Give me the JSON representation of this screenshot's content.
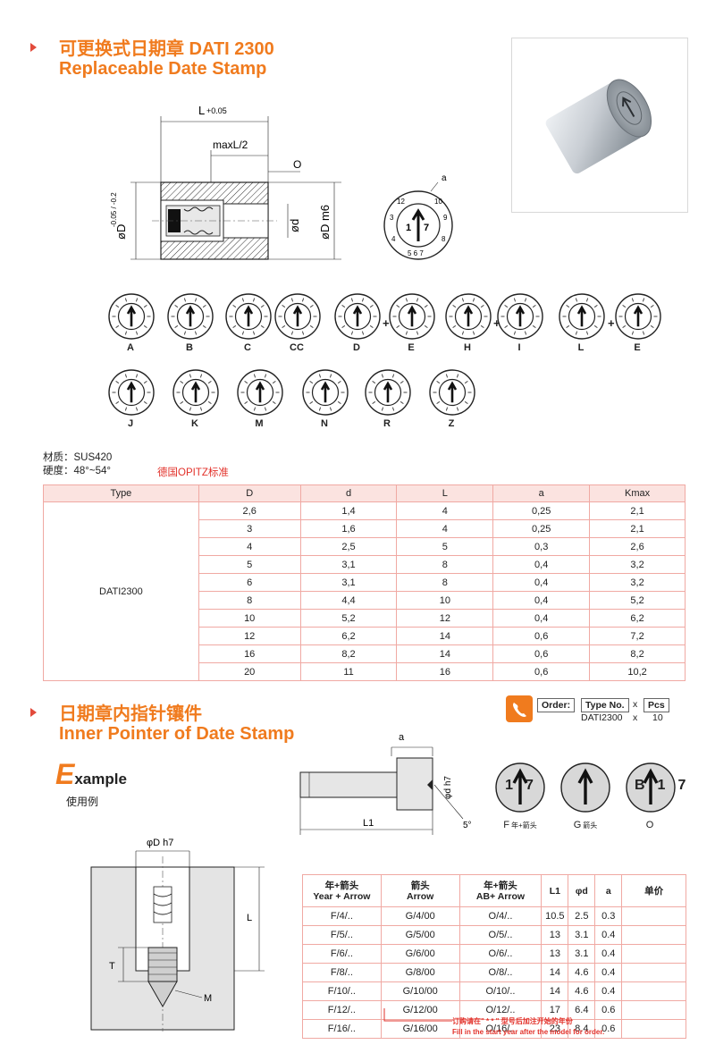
{
  "section1": {
    "title_cn": "可更换式日期章 DATI 2300",
    "title_en": "Replaceable Date Stamp"
  },
  "drawing1": {
    "dim_l": "L",
    "dim_l_tol": "+0.05",
    "dim_maxl": "maxL/2",
    "dim_o": "O",
    "dim_d_outer": "øD",
    "dim_d_outer_tol": "-0.05 / -0.2",
    "dim_d_inner": "ød",
    "dim_d_m6": "øD m6",
    "dim_a": "a"
  },
  "stamps_row1": [
    {
      "label": "A"
    },
    {
      "label": "B"
    },
    {
      "label": "C"
    },
    {
      "label": "CC"
    },
    {
      "label": "D"
    },
    {
      "label": "E"
    },
    {
      "label": "H"
    },
    {
      "label": "I"
    },
    {
      "label": "L"
    },
    {
      "label": "E"
    }
  ],
  "stamps_row2": [
    {
      "label": "J"
    },
    {
      "label": "K"
    },
    {
      "label": "M"
    },
    {
      "label": "N"
    },
    {
      "label": "R"
    },
    {
      "label": "Z"
    }
  ],
  "material": {
    "material_line": "材质：SUS420",
    "hardness_line": "硬度：48°~54°",
    "standard": "德国OPITZ标准"
  },
  "spec_table": {
    "headers": [
      "Type",
      "D",
      "d",
      "L",
      "a",
      "Kmax"
    ],
    "type_name": "DATI2300",
    "rows": [
      [
        "2,6",
        "1,4",
        "4",
        "0,25",
        "2,1"
      ],
      [
        "3",
        "1,6",
        "4",
        "0,25",
        "2,1"
      ],
      [
        "4",
        "2,5",
        "5",
        "0,3",
        "2,6"
      ],
      [
        "5",
        "3,1",
        "8",
        "0,4",
        "3,2"
      ],
      [
        "6",
        "3,1",
        "8",
        "0,4",
        "3,2"
      ],
      [
        "8",
        "4,4",
        "10",
        "0,4",
        "5,2"
      ],
      [
        "10",
        "5,2",
        "12",
        "0,4",
        "6,2"
      ],
      [
        "12",
        "6,2",
        "14",
        "0,6",
        "7,2"
      ],
      [
        "16",
        "8,2",
        "14",
        "0,6",
        "8,2"
      ],
      [
        "20",
        "11",
        "16",
        "0,6",
        "10,2"
      ]
    ]
  },
  "section2": {
    "title_cn": "日期章内指针镶件",
    "title_en": "Inner Pointer of Date Stamp"
  },
  "order": {
    "label": "Order:",
    "type_label": "Type No.",
    "x": "x",
    "pcs_label": "Pcs",
    "type_value": "DATI2300",
    "pcs_value": "10"
  },
  "example": {
    "first_letter": "E",
    "rest": "xample",
    "cn": "使用例"
  },
  "drawing2": {
    "dim_a": "a",
    "dim_l1": "L1",
    "dim_angle": "5°",
    "dim_phid": "φd h7"
  },
  "pointers": [
    {
      "label_main": "F",
      "label_sub": "年+箭头",
      "text": "17"
    },
    {
      "label_main": "G",
      "label_sub": "箭头",
      "text": ""
    },
    {
      "label_main": "O",
      "label_sub": "",
      "text": "B17"
    }
  ],
  "drawing3": {
    "dim_phid": "φD h7",
    "dim_l": "L",
    "dim_t": "T",
    "dim_m": "M"
  },
  "inner_table": {
    "headers": [
      {
        "cn": "年+箭头",
        "en": "Year + Arrow"
      },
      {
        "cn": "箭头",
        "en": "Arrow"
      },
      {
        "cn": "年+箭头",
        "en": "AB+ Arrow"
      },
      {
        "cn": "L1",
        "en": ""
      },
      {
        "cn": "φd",
        "en": ""
      },
      {
        "cn": "a",
        "en": ""
      },
      {
        "cn": "单价",
        "en": ""
      }
    ],
    "rows": [
      [
        "F/4/..",
        "G/4/00",
        "O/4/..",
        "10.5",
        "2.5",
        "0.3",
        ""
      ],
      [
        "F/5/..",
        "G/5/00",
        "O/5/..",
        "13",
        "3.1",
        "0.4",
        ""
      ],
      [
        "F/6/..",
        "G/6/00",
        "O/6/..",
        "13",
        "3.1",
        "0.4",
        ""
      ],
      [
        "F/8/..",
        "G/8/00",
        "O/8/..",
        "14",
        "4.6",
        "0.4",
        ""
      ],
      [
        "F/10/..",
        "G/10/00",
        "O/10/..",
        "14",
        "4.6",
        "0.4",
        ""
      ],
      [
        "F/12/..",
        "G/12/00",
        "O/12/..",
        "17",
        "6.4",
        "0.6",
        ""
      ],
      [
        "F/16/..",
        "G/16/00",
        "O/16/..",
        "23",
        "8.4",
        "0.6",
        ""
      ]
    ],
    "note_cn": "订购请在\" * * \" 型号后加注开始的年份",
    "note_en": "Fill in the start year after the model for order."
  }
}
